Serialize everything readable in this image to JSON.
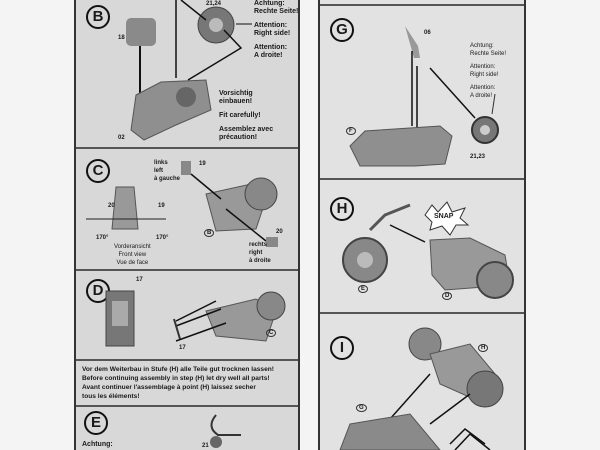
{
  "left_sheet": {
    "step_b": {
      "label": "B",
      "parts": [
        "21,24",
        "18",
        "02"
      ],
      "warning_right": [
        "Achtung:",
        "Rechte Seite!",
        "Attention:",
        "Right side!",
        "Attention:",
        "A droite!"
      ],
      "careful": [
        "Vorsichtig",
        "einbauen!",
        "Fit carefully!",
        "Assemblez avec",
        "précaution!"
      ]
    },
    "step_c": {
      "label": "C",
      "left_text": [
        "links",
        "left",
        "à gauche"
      ],
      "right_text": [
        "rechts",
        "right",
        "à droite"
      ],
      "parts": [
        "19",
        "20",
        "B"
      ],
      "front_view_parts": [
        "20",
        "19"
      ],
      "angles": [
        "170°",
        "170°"
      ],
      "front_view": [
        "Vorderansicht",
        "Front view",
        "Vue de face"
      ]
    },
    "step_d": {
      "label": "D",
      "parts": [
        "17",
        "17",
        "C"
      ]
    },
    "dry_note": [
      "Vor dem Weiterbau in Stufe (H) alle Teile gut trocknen lassen!",
      "Before continuing assembly in step (H) let dry well all parts!",
      "Avant continuer l'assemblage à point (H) laissez secher",
      "tous les éléments!"
    ],
    "step_e": {
      "label": "E",
      "warning": "Achtung:",
      "part": "21"
    }
  },
  "right_sheet": {
    "step_g": {
      "label": "G",
      "parts": [
        "06",
        "21,23",
        "F"
      ],
      "warning_right": [
        "Achtung:",
        "Rechte Seite!",
        "Attention:",
        "Right side!",
        "Attention:",
        "A droite!"
      ]
    },
    "step_h": {
      "label": "H",
      "snap": "SNAP",
      "parts": [
        "E",
        "D"
      ]
    },
    "step_i": {
      "label": "I",
      "parts": [
        "G",
        "H"
      ]
    }
  }
}
